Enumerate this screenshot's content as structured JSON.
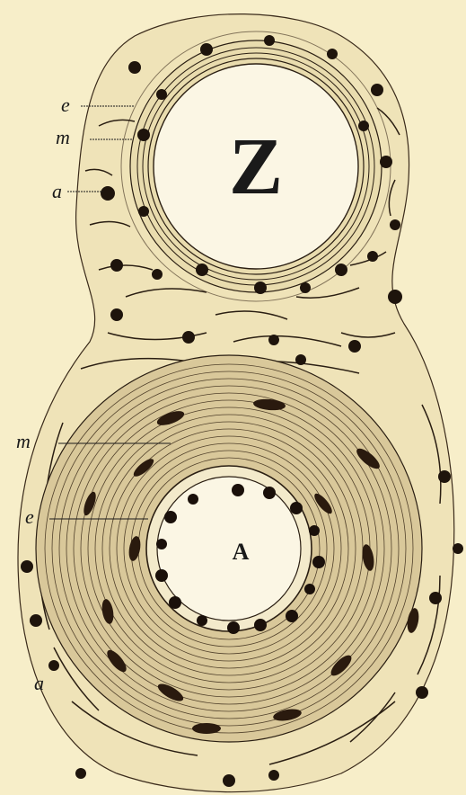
{
  "figure": {
    "vein_label": "Z",
    "artery_label": "A",
    "vein_layers": [
      "e",
      "m",
      "a"
    ],
    "artery_layers": [
      "m",
      "e",
      "a"
    ]
  },
  "colors": {
    "background": "#f7eec9",
    "ink": "#1a1a1a"
  }
}
